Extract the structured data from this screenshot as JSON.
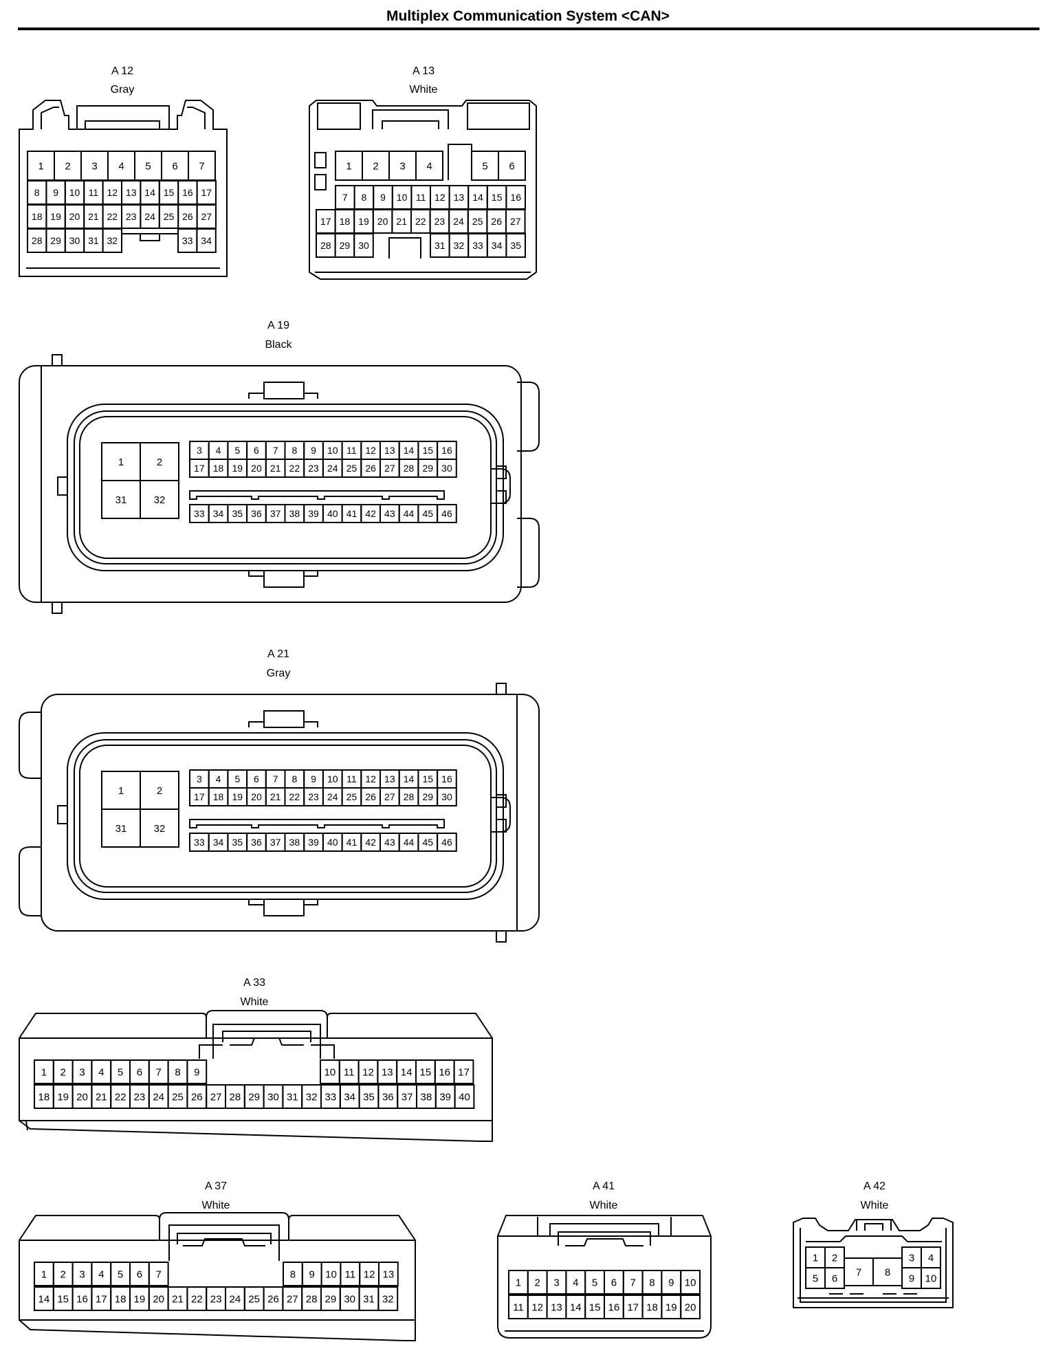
{
  "title": "Multiplex Communication System <CAN>",
  "connectors": {
    "a12": {
      "code": "A 12",
      "color": "Gray",
      "rows": [
        [
          "1",
          "2",
          "3",
          "4",
          "5",
          "6",
          "7"
        ],
        [
          "8",
          "9",
          "10",
          "11",
          "12",
          "13",
          "14",
          "15",
          "16",
          "17"
        ],
        [
          "18",
          "19",
          "20",
          "21",
          "22",
          "23",
          "24",
          "25",
          "26",
          "27"
        ],
        [
          "28",
          "29",
          "30",
          "31",
          "32",
          "33",
          "34"
        ]
      ]
    },
    "a13": {
      "code": "A 13",
      "color": "White",
      "rows": [
        [
          "1",
          "2",
          "3",
          "4",
          "5",
          "6"
        ],
        [
          "7",
          "8",
          "9",
          "10",
          "11",
          "12",
          "13",
          "14",
          "15",
          "16"
        ],
        [
          "17",
          "18",
          "19",
          "20",
          "21",
          "22",
          "23",
          "24",
          "25",
          "26",
          "27"
        ],
        [
          "28",
          "29",
          "30",
          "31",
          "32",
          "33",
          "34",
          "35"
        ]
      ]
    },
    "a19": {
      "code": "A 19",
      "color": "Black",
      "big": [
        "1",
        "2",
        "31",
        "32"
      ],
      "rows": [
        [
          "3",
          "4",
          "5",
          "6",
          "7",
          "8",
          "9",
          "10",
          "11",
          "12",
          "13",
          "14",
          "15",
          "16"
        ],
        [
          "17",
          "18",
          "19",
          "20",
          "21",
          "22",
          "23",
          "24",
          "25",
          "26",
          "27",
          "28",
          "29",
          "30"
        ],
        [
          "33",
          "34",
          "35",
          "36",
          "37",
          "38",
          "39",
          "40",
          "41",
          "42",
          "43",
          "44",
          "45",
          "46"
        ]
      ]
    },
    "a21": {
      "code": "A 21",
      "color": "Gray",
      "big": [
        "1",
        "2",
        "31",
        "32"
      ],
      "rows": [
        [
          "3",
          "4",
          "5",
          "6",
          "7",
          "8",
          "9",
          "10",
          "11",
          "12",
          "13",
          "14",
          "15",
          "16"
        ],
        [
          "17",
          "18",
          "19",
          "20",
          "21",
          "22",
          "23",
          "24",
          "25",
          "26",
          "27",
          "28",
          "29",
          "30"
        ],
        [
          "33",
          "34",
          "35",
          "36",
          "37",
          "38",
          "39",
          "40",
          "41",
          "42",
          "43",
          "44",
          "45",
          "46"
        ]
      ]
    },
    "a33": {
      "code": "A 33",
      "color": "White",
      "rows": [
        [
          "1",
          "2",
          "3",
          "4",
          "5",
          "6",
          "7",
          "8",
          "9",
          "10",
          "11",
          "12",
          "13",
          "14",
          "15",
          "16",
          "17"
        ],
        [
          "18",
          "19",
          "20",
          "21",
          "22",
          "23",
          "24",
          "25",
          "26",
          "27",
          "28",
          "29",
          "30",
          "31",
          "32",
          "33",
          "34",
          "35",
          "36",
          "37",
          "38",
          "39",
          "40"
        ]
      ]
    },
    "a37": {
      "code": "A 37",
      "color": "White",
      "rows": [
        [
          "1",
          "2",
          "3",
          "4",
          "5",
          "6",
          "7",
          "8",
          "9",
          "10",
          "11",
          "12",
          "13"
        ],
        [
          "14",
          "15",
          "16",
          "17",
          "18",
          "19",
          "20",
          "21",
          "22",
          "23",
          "24",
          "25",
          "26",
          "27",
          "28",
          "29",
          "30",
          "31",
          "32"
        ]
      ]
    },
    "a41": {
      "code": "A 41",
      "color": "White",
      "rows": [
        [
          "1",
          "2",
          "3",
          "4",
          "5",
          "6",
          "7",
          "8",
          "9",
          "10"
        ],
        [
          "11",
          "12",
          "13",
          "14",
          "15",
          "16",
          "17",
          "18",
          "19",
          "20"
        ]
      ]
    },
    "a42": {
      "code": "A 42",
      "color": "White",
      "pins": [
        "1",
        "2",
        "3",
        "4",
        "5",
        "6",
        "7",
        "8",
        "9",
        "10"
      ]
    }
  }
}
